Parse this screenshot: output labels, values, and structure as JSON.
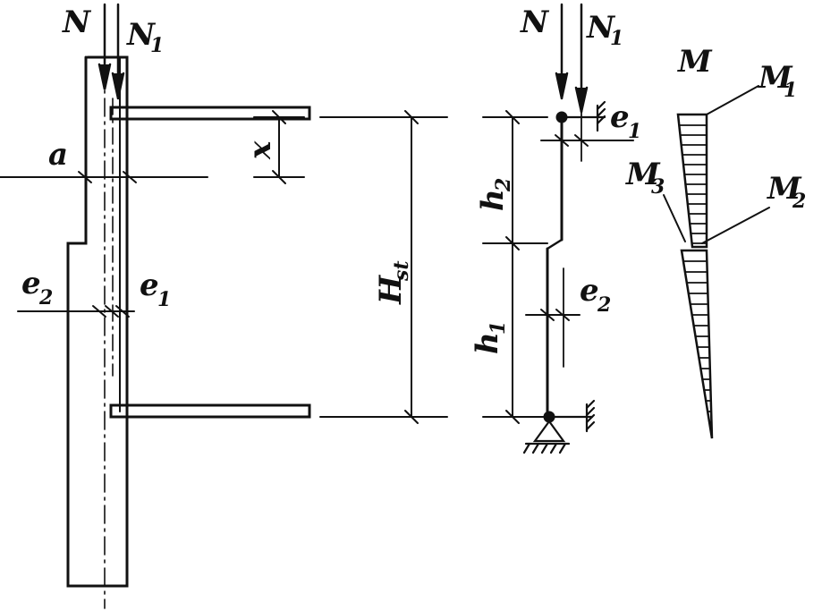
{
  "labels": {
    "N_left": "N",
    "N1_left_main": "N",
    "N1_left_sub": "1",
    "a": "a",
    "x": "x",
    "e2_left_main": "e",
    "e2_left_sub": "2",
    "e1_left_main": "e",
    "e1_left_sub": "1",
    "Hst_main": "H",
    "Hst_sub": "st",
    "N_right": "N",
    "N1_right_main": "N",
    "N1_right_sub": "1",
    "e1_right_main": "e",
    "e1_right_sub": "1",
    "h2_main": "h",
    "h2_sub": "2",
    "h1_main": "h",
    "h1_sub": "1",
    "e2_right_main": "e",
    "e2_right_sub": "2",
    "M": "M",
    "M1_main": "M",
    "M1_sub": "1",
    "M2_main": "M",
    "M2_sub": "2",
    "M3_main": "M",
    "M3_sub": "3"
  },
  "colors": {
    "ink": "#111111",
    "background": "#ffffff"
  },
  "icons": {
    "support": "fixed-support-hatch",
    "lateral_support": "lateral-support-hatch"
  }
}
